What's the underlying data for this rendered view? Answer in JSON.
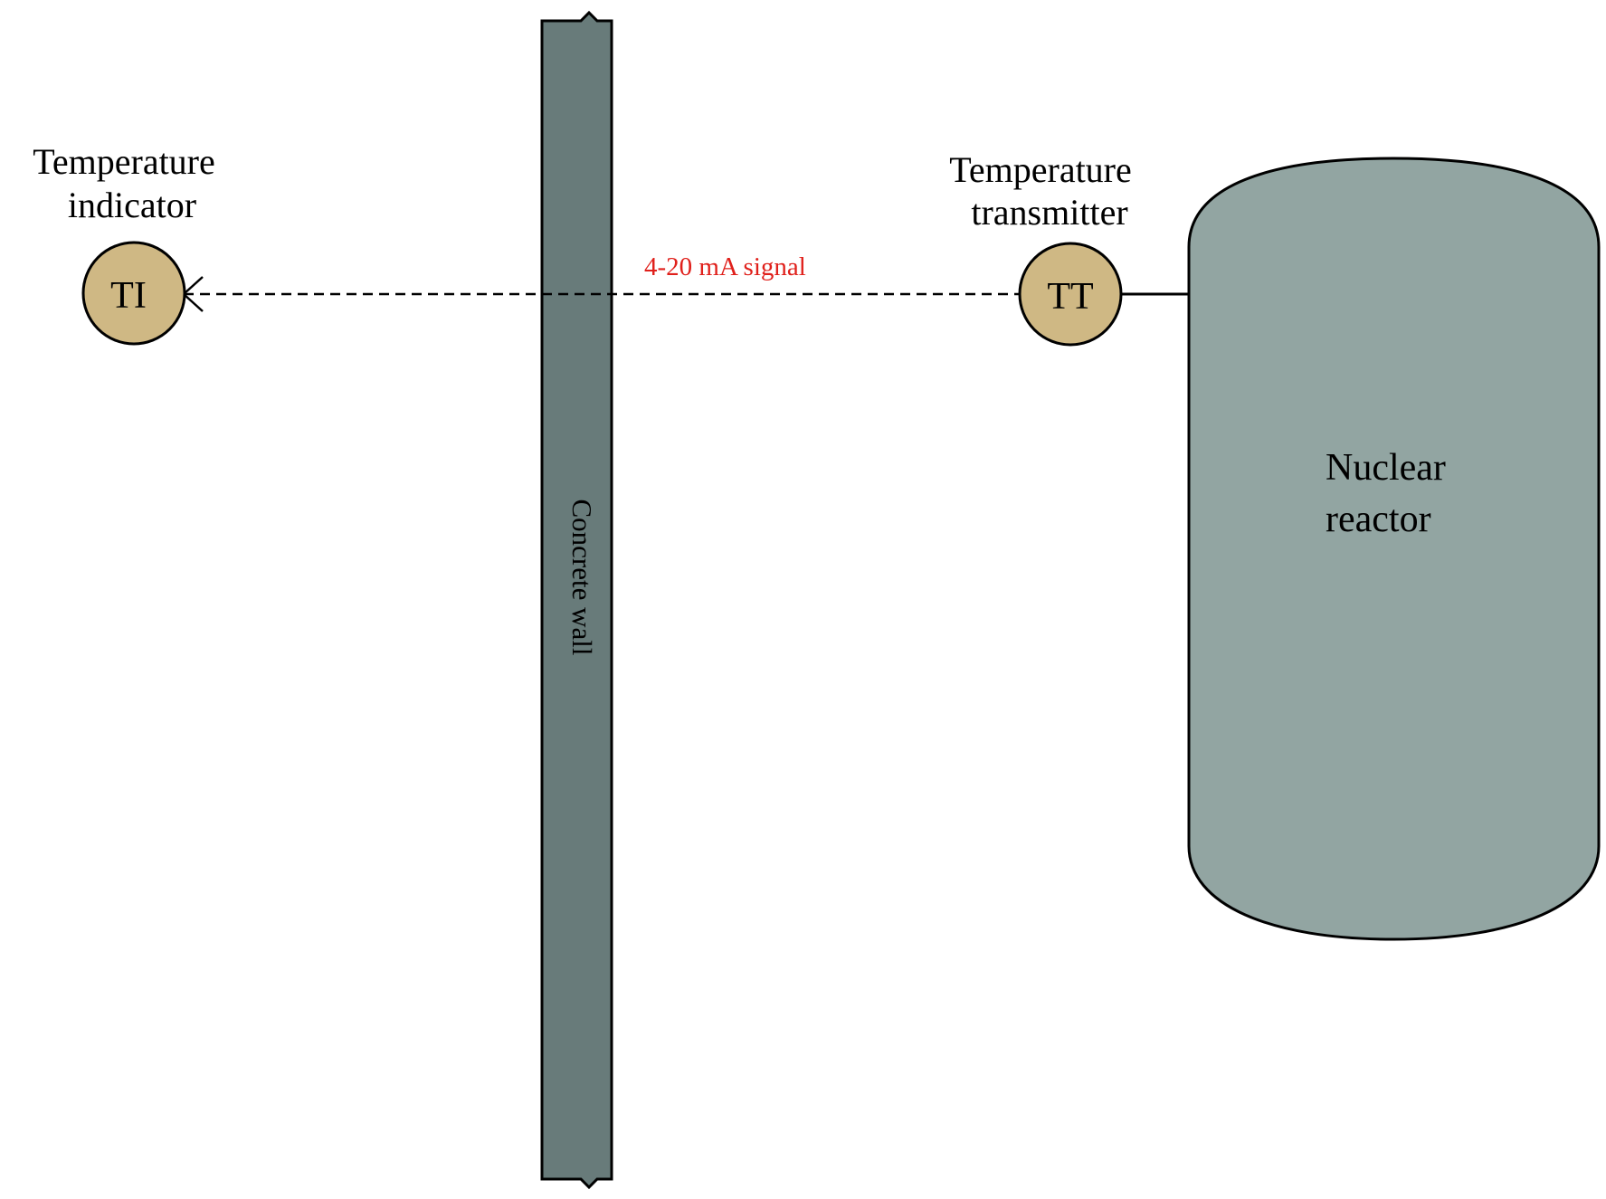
{
  "indicator": {
    "caption_line1": "Temperature",
    "caption_line2": "indicator",
    "tag": "TI"
  },
  "transmitter": {
    "caption_line1": "Temperature",
    "caption_line2": "transmitter",
    "tag": "TT"
  },
  "signal": {
    "label": "4-20 mA signal"
  },
  "wall": {
    "label": "Concrete wall"
  },
  "reactor": {
    "label_line1": "Nuclear",
    "label_line2": "reactor"
  },
  "colors": {
    "instrument_fill": "#cfb884",
    "wall_fill": "#687b7a",
    "reactor_fill": "#92a5a2",
    "signal_label": "#e0201b",
    "stroke": "#000000"
  }
}
